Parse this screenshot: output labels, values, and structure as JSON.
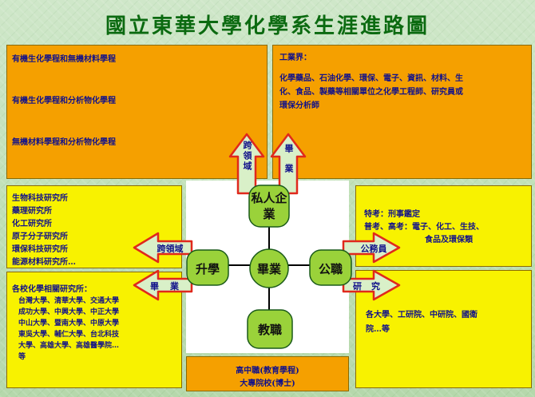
{
  "title": "國立東華大學化學系生涯進路圖",
  "top_left": {
    "lines": [
      "有機生化學程和無機材料學程",
      "有機生化學程和分析物化學程",
      "無機材料學程和分析物化學程"
    ]
  },
  "top_right": {
    "heading": "工業界：",
    "lines": [
      "化學藥品、石油化學、環保、電子、資訊、材料、生",
      "化、食品、製藥等相關單位之化學工程師、研究員或",
      "環保分析師"
    ]
  },
  "middle_left": {
    "lines": [
      "生物科技研究所",
      "藥理研究所",
      "化工研究所",
      "原子分子研究所",
      "環保科技研究所",
      "能源材料研究所…"
    ]
  },
  "bottom_left": {
    "heading": "各校化學相關研究所：",
    "lines": [
      "台灣大學、清華大學、交通大學",
      "成功大學、中興大學、中正大學",
      "中山大學、暨南大學、中原大學",
      "東吳大學、輔仁大學、台北科技",
      "大學、高雄大學、高雄醫學院…",
      "等"
    ]
  },
  "middle_right": {
    "line1": "特考：刑事鑑定",
    "line2": "普考、高考：電子、化工、生技、",
    "line3": "食品及環保類"
  },
  "bottom_right": {
    "lines": [
      "各大學、工研院、中研院、國衛",
      "院…等"
    ]
  },
  "bottom_center": {
    "lines": [
      "高中職(教育學程)",
      "大專院校(博士)"
    ]
  },
  "nodes": {
    "center": "畢業",
    "top": "私人企業",
    "left": "升學",
    "right": "公職",
    "bottom": "教職"
  },
  "arrows": {
    "cross_top": "跨領域",
    "grad_top": "畢業",
    "cross_left": "跨領域",
    "grad_left": "畢業",
    "civil_right": "公務員",
    "research_right": "研究"
  },
  "colors": {
    "title": "#0b6a10",
    "orange_panel": "#f5a000",
    "yellow_panel": "#f8f200",
    "node_fill": "#9ad23a",
    "arrow_fill": "#d9f0c8",
    "arrow_stroke": "#e0281c",
    "panel_text": "#11118a"
  }
}
